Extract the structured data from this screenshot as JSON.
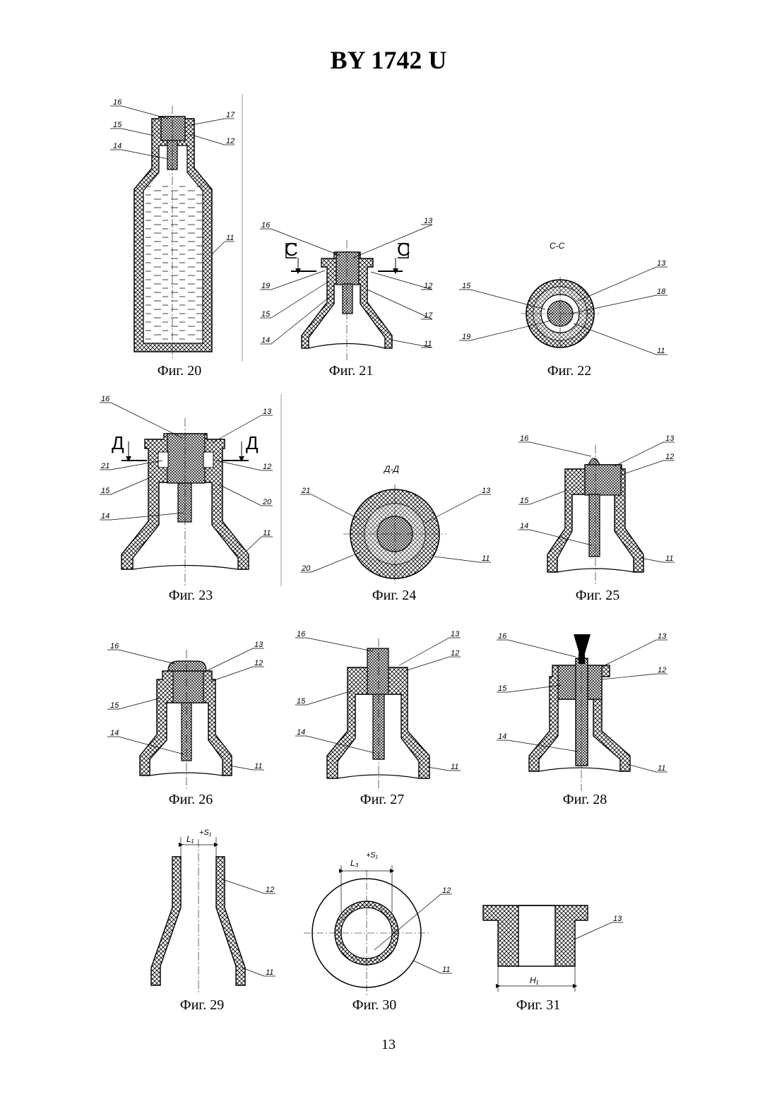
{
  "document": {
    "title": "BY 1742 U",
    "page_number": "13"
  },
  "figures": [
    {
      "id": "f20",
      "caption": "Фиг. 20",
      "labels": [
        "16",
        "17",
        "15",
        "12",
        "14",
        "11"
      ]
    },
    {
      "id": "f21",
      "caption": "Фиг. 21",
      "labels": [
        "16",
        "13",
        "19",
        "12",
        "15",
        "17",
        "14",
        "11"
      ],
      "section_marks": [
        "C",
        "C"
      ]
    },
    {
      "id": "f22",
      "caption": "Фиг. 22",
      "section_title": "C-C",
      "labels": [
        "13",
        "15",
        "18",
        "19",
        "11"
      ]
    },
    {
      "id": "f23",
      "caption": "Фиг. 23",
      "labels": [
        "16",
        "13",
        "21",
        "12",
        "15",
        "20",
        "14",
        "11"
      ],
      "section_marks": [
        "Д",
        "Д"
      ]
    },
    {
      "id": "f24",
      "caption": "Фиг. 24",
      "section_title": "Д-Д",
      "labels": [
        "21",
        "13",
        "20",
        "11"
      ]
    },
    {
      "id": "f25",
      "caption": "Фиг. 25",
      "labels": [
        "16",
        "13",
        "12",
        "15",
        "14",
        "11"
      ]
    },
    {
      "id": "f26",
      "caption": "Фиг. 26",
      "labels": [
        "16",
        "13",
        "12",
        "15",
        "14",
        "11"
      ]
    },
    {
      "id": "f27",
      "caption": "Фиг. 27",
      "labels": [
        "16",
        "13",
        "12",
        "15",
        "14",
        "11"
      ]
    },
    {
      "id": "f28",
      "caption": "Фиг. 28",
      "labels": [
        "16",
        "13",
        "12",
        "15",
        "14",
        "11"
      ]
    },
    {
      "id": "f29",
      "caption": "Фиг. 29",
      "labels": [
        "12",
        "11"
      ],
      "dimension": "L₁",
      "tolerance": "+S₁"
    },
    {
      "id": "f30",
      "caption": "Фиг. 30",
      "labels": [
        "12",
        "11"
      ],
      "dimension": "L₃",
      "tolerance": "+S₁"
    },
    {
      "id": "f31",
      "caption": "Фиг. 31",
      "labels": [
        "13"
      ],
      "dimension": "H₁"
    }
  ]
}
